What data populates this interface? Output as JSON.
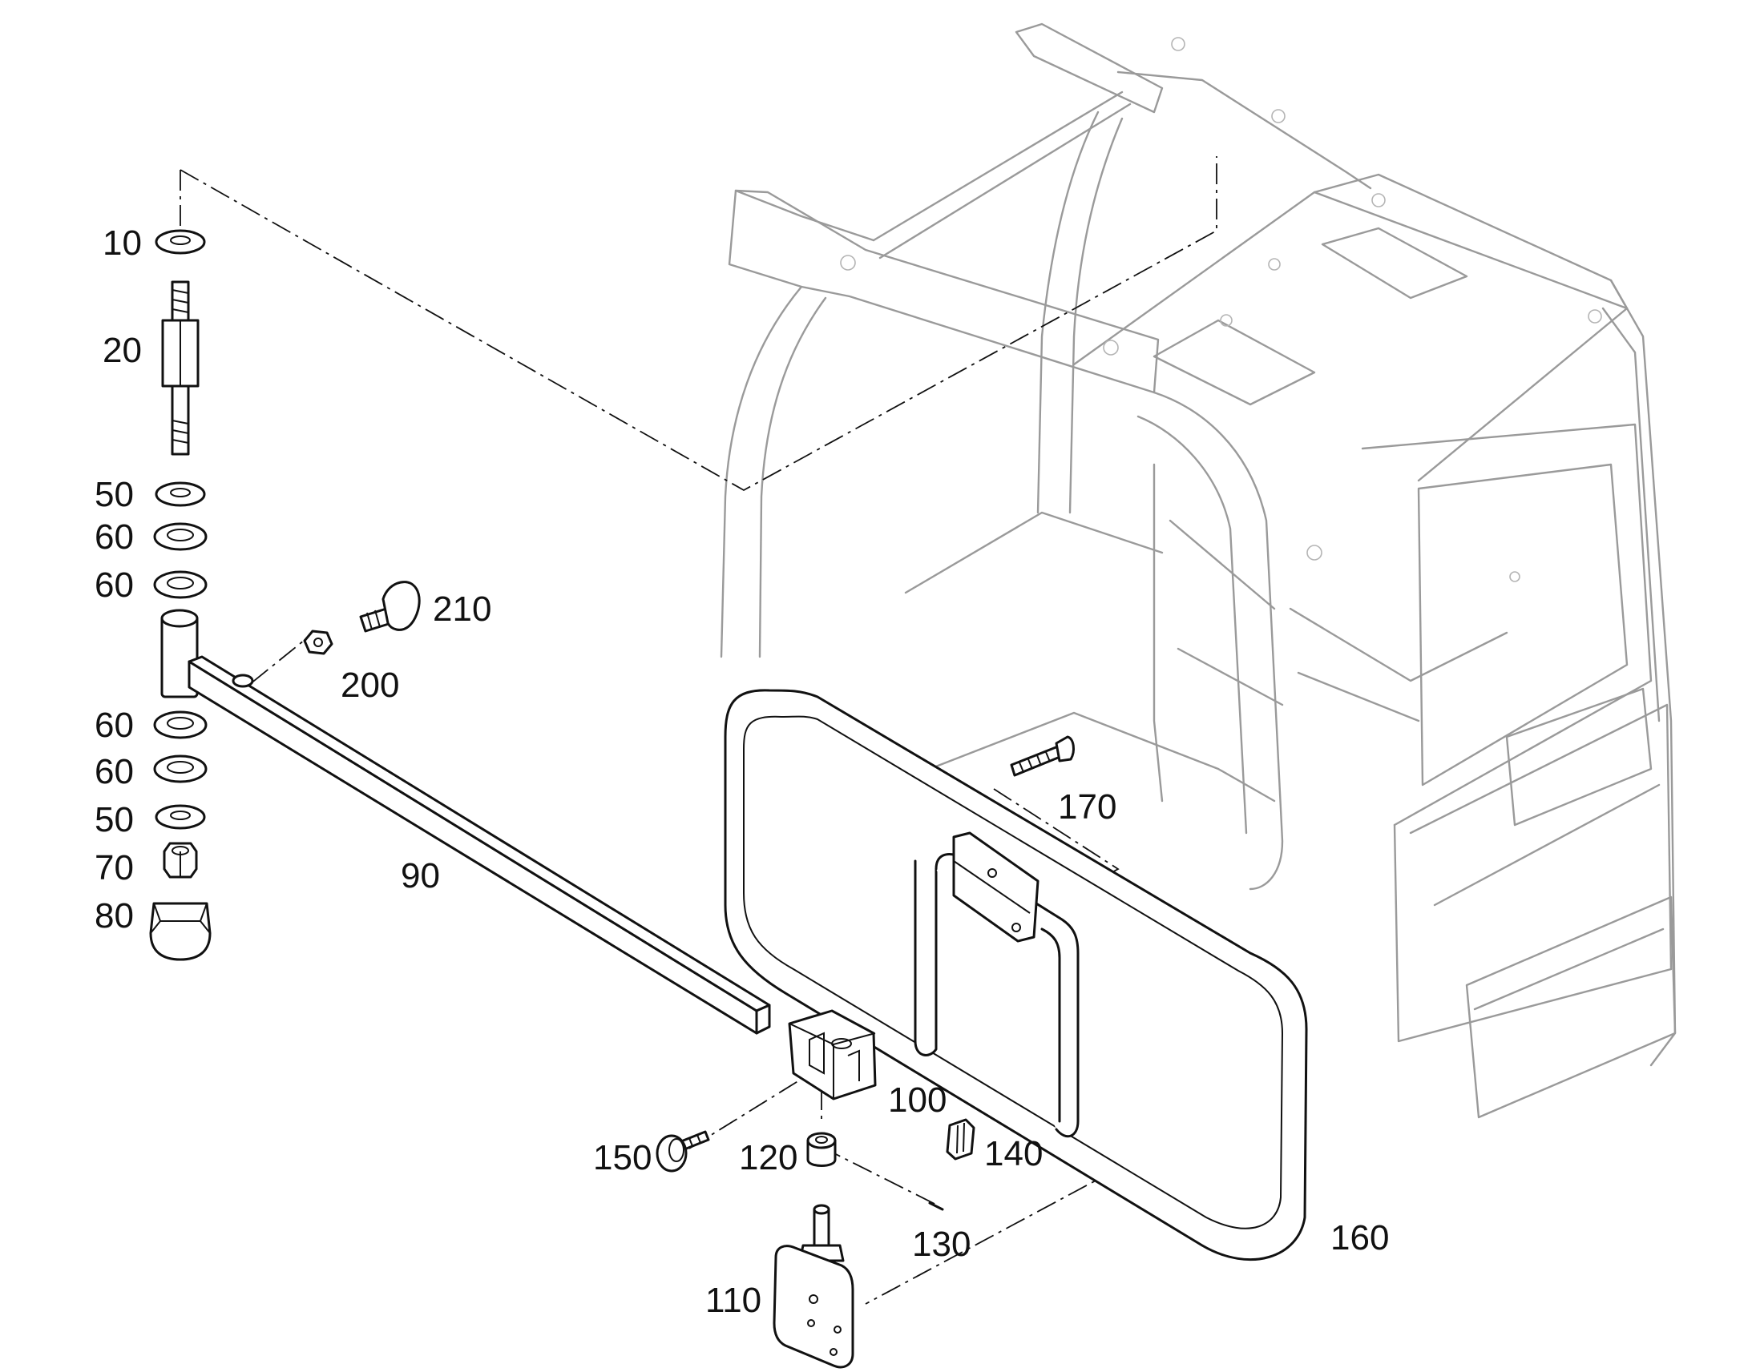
{
  "colors": {
    "background": "#ffffff",
    "part_line": "#111111",
    "cab_line": "#9a9a9a"
  },
  "labels": {
    "p10": "10",
    "p20": "20",
    "p50a": "50",
    "p60a": "60",
    "p60b": "60",
    "p210": "210",
    "p200": "200",
    "p60c": "60",
    "p60d": "60",
    "p50b": "50",
    "p70": "70",
    "p80": "80",
    "p90": "90",
    "p170": "170",
    "p100": "100",
    "p150": "150",
    "p120": "120",
    "p140": "140",
    "p130": "130",
    "p160": "160",
    "p110": "110"
  }
}
